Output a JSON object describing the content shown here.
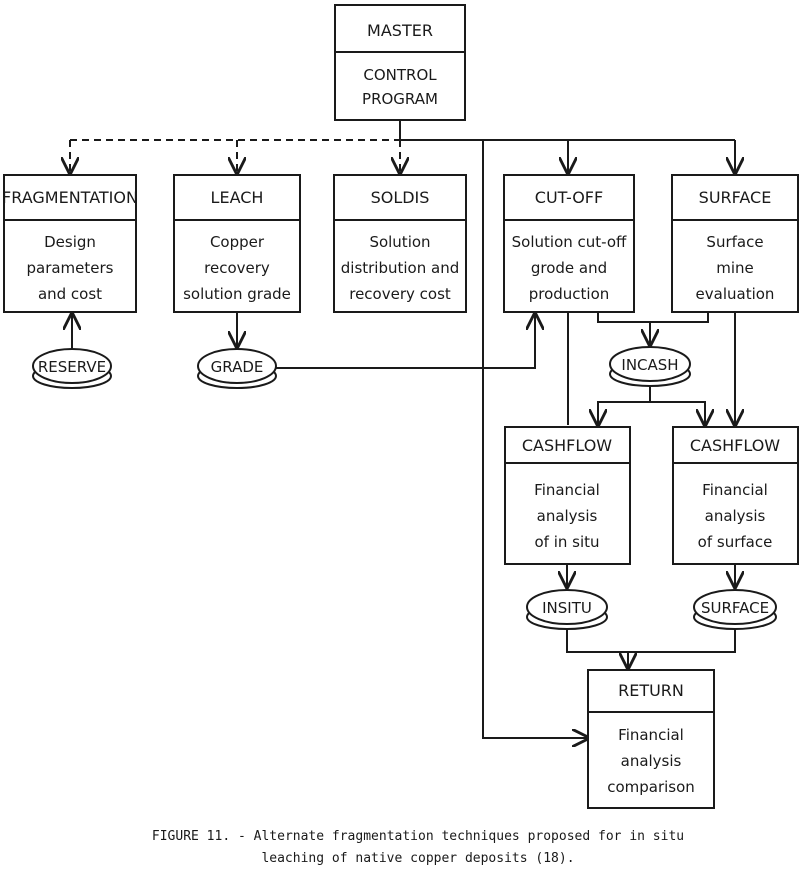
{
  "master": {
    "title": "MASTER",
    "body": [
      "CONTROL",
      "PROGRAM"
    ]
  },
  "modules": {
    "fragmentation": {
      "title": "FRAGMENTATION",
      "body": [
        "Design",
        "parameters",
        "and cost"
      ]
    },
    "leach": {
      "title": "LEACH",
      "body": [
        "Copper",
        "recovery",
        "solution grade"
      ]
    },
    "soldis": {
      "title": "SOLDIS",
      "body": [
        "Solution",
        "distribution and",
        "recovery cost"
      ]
    },
    "cutoff": {
      "title": "CUT-OFF",
      "body": [
        "Solution cut-off",
        "grode and",
        "production"
      ]
    },
    "surface": {
      "title": "SURFACE",
      "body": [
        "Surface",
        "mine",
        "evaluation"
      ]
    },
    "cashflow_insitu": {
      "title": "CASHFLOW",
      "body": [
        "Financial",
        "analysis",
        "of in situ"
      ]
    },
    "cashflow_surface": {
      "title": "CASHFLOW",
      "body": [
        "Financial",
        "analysis",
        "of surface"
      ]
    },
    "return": {
      "title": "RETURN",
      "body": [
        "Financial",
        "analysis",
        "comparison"
      ]
    }
  },
  "files": {
    "reserve": "RESERVE",
    "grade": "GRADE",
    "incash": "INCASH",
    "insitu": "INSITU",
    "surface": "SURFACE"
  },
  "caption": {
    "line1": "FIGURE 11. - Alternate fragmentation techniques proposed for in situ",
    "line2": "leaching of native copper deposits (18)."
  }
}
